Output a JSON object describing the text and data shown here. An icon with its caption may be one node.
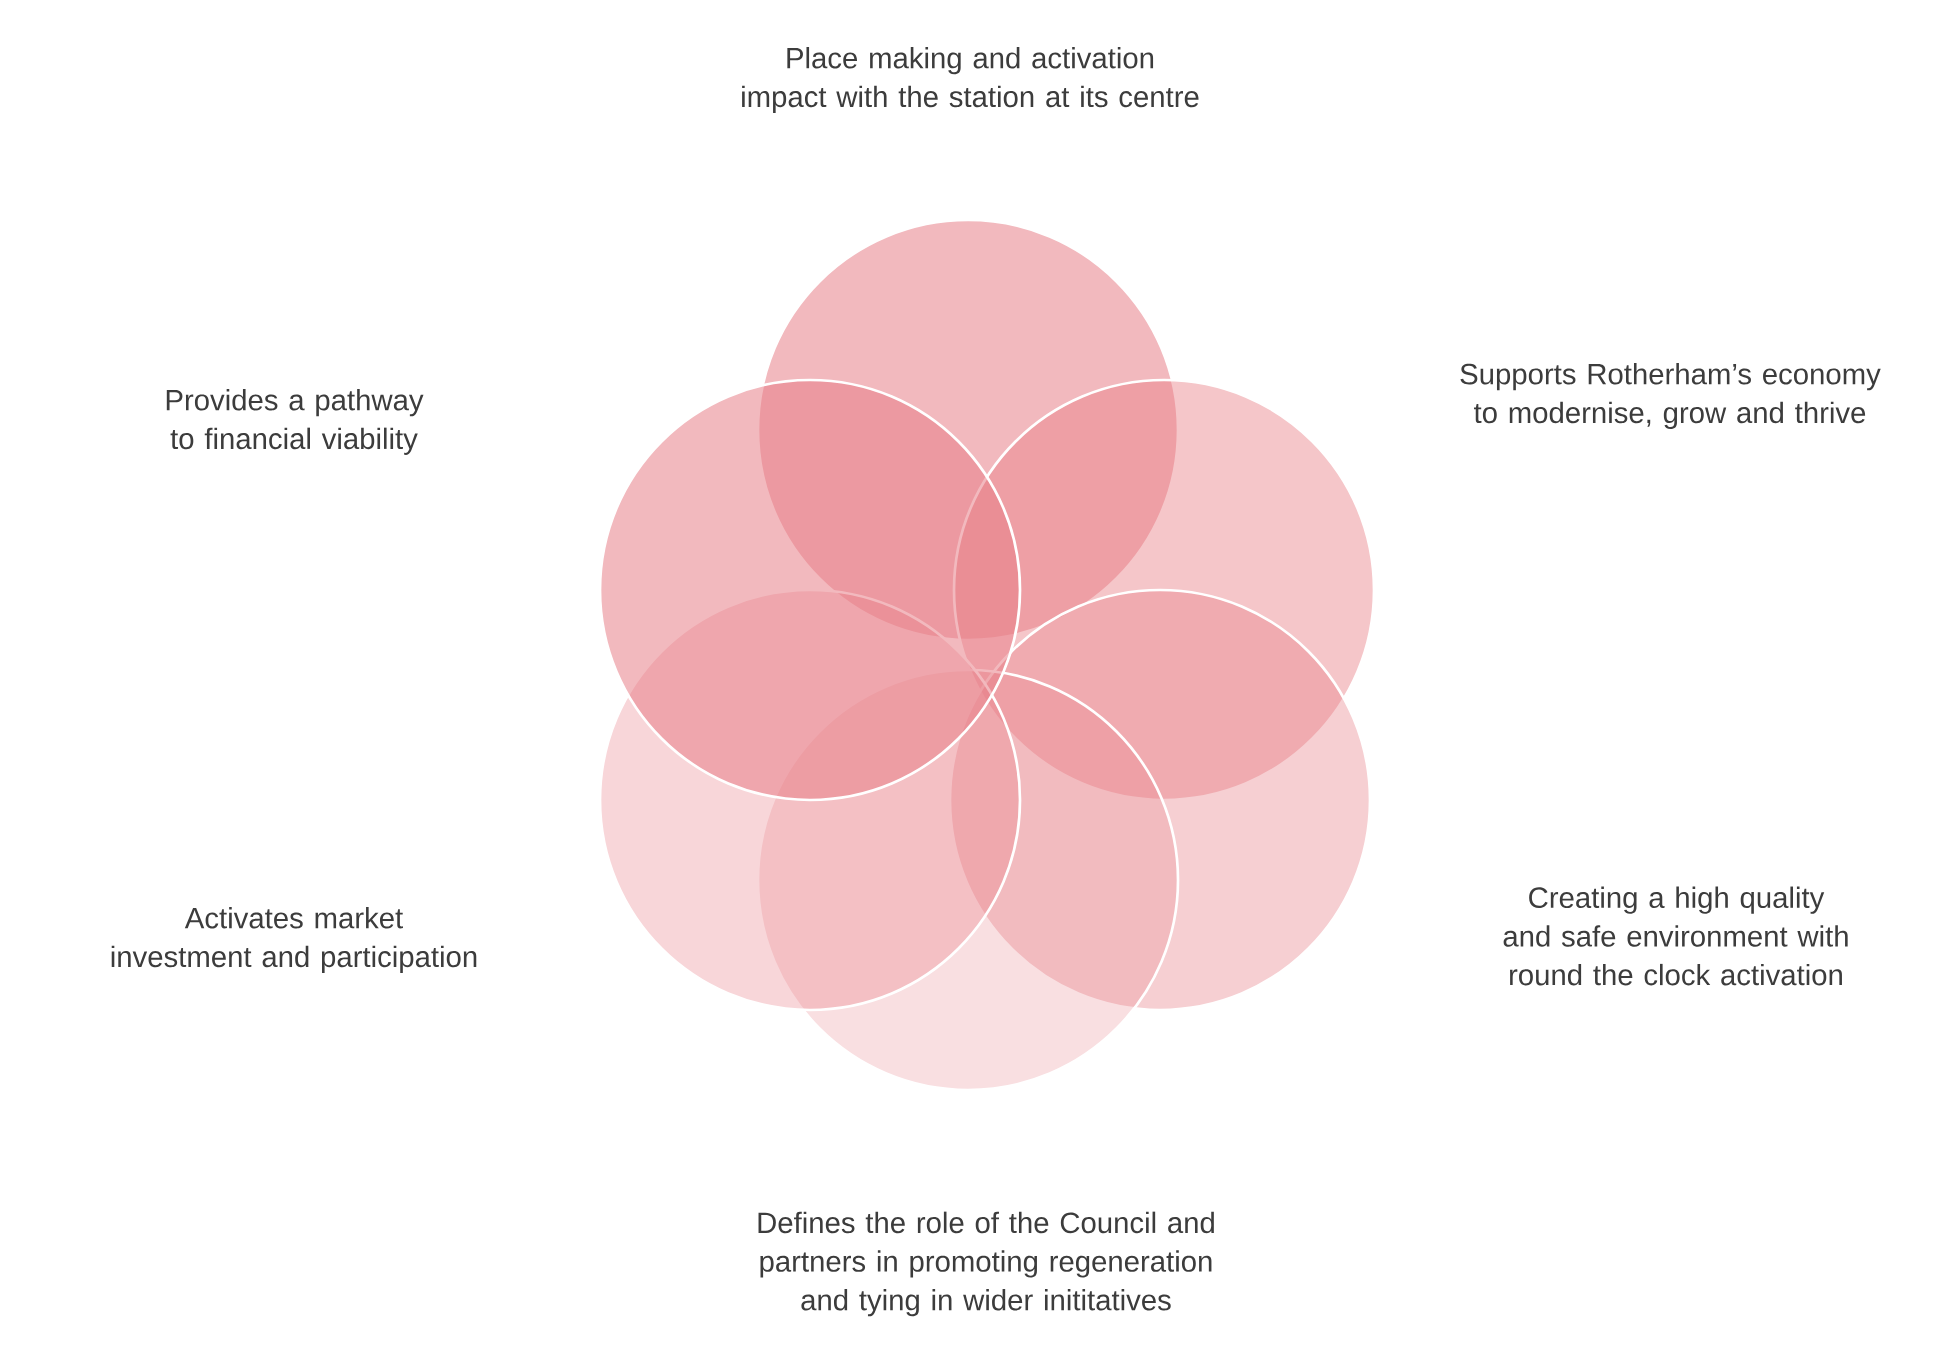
{
  "diagram": {
    "nodes": [
      {
        "text": [
          "Place making and activation impact with the station at its centre"
        ]
      },
      {
        "text": [
          "Supports Rotherham’s economy to modernise, grow and thrive"
        ]
      },
      {
        "text": [
          "Creating a high quality and safe environment with round the clock activation"
        ]
      },
      {
        "text": [
          "Defines the role of the Council and partners in promoting regeneration and tying in wider inititatives"
        ]
      },
      {
        "text": [
          "Activates market investment and participation"
        ]
      },
      {
        "text": [
          "Provides a pathway to financial viability"
        ]
      }
    ]
  }
}
